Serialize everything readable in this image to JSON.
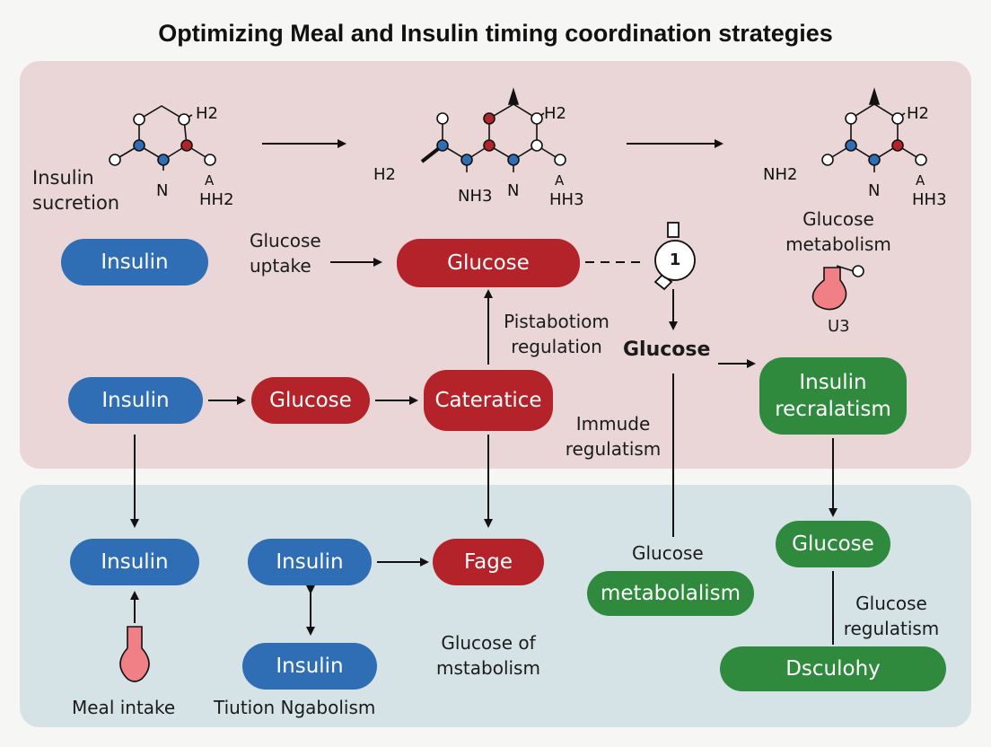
{
  "title": "Optimizing Meal and Insulin timing coordination strategies",
  "chemistry": {
    "left": {
      "caption": "Insulin\nsucretion",
      "h2": "H2",
      "n": "N",
      "a": "A",
      "hh2": "HH2"
    },
    "middle": {
      "h2": "H2",
      "h2_left": "H2",
      "nh3": "NH3",
      "n": "N",
      "a": "A",
      "hh3": "HH3"
    },
    "right": {
      "h2": "H2",
      "nh2": "NH2",
      "n": "N",
      "a": "A",
      "hh3": "HH3",
      "caption": "Glucose\nmetabolism",
      "u3": "U3"
    }
  },
  "nodes": {
    "insulin_top": "Insulin",
    "glucose_uptake_label": "Glucose\nuptake",
    "glucose_top": "Glucose",
    "timer_number": "1",
    "pistabotiom_label": "Pistabotiom\nregulation",
    "glucose_free": "Glucose",
    "insulin_mid": "Insulin",
    "glucose_mid": "Glucose",
    "cateratice": "Cateratice",
    "immude_label": "Immude\nregulatism",
    "insulin_recralatism": "Insulin\nrecralatism",
    "insulin_bl": "Insulin",
    "insulin_bm": "Insulin",
    "fage": "Fage",
    "glucose_metabolalism_label": "Glucose",
    "metabolalism": "metabolalism",
    "glucose_br": "Glucose",
    "insulin_bottom": "Insulin",
    "glucose_of_label": "Glucose of\nmstabolism",
    "glucose_regulatism_label": "Glucose\nregulatism",
    "dsculohy": "Dsculohy",
    "meal_intake_label": "Meal intake",
    "tiution_label": "Tiution Ngabolism"
  },
  "colors": {
    "blue": "#2f6db5",
    "red": "#b5232a",
    "green": "#2f8a3e",
    "panel_top": "#ead6d7",
    "panel_bottom": "#d5e3e7",
    "flask": "#f07f86"
  },
  "icons": [
    "arrow-icon",
    "timer-icon",
    "flask-icon",
    "molecule-icon"
  ]
}
